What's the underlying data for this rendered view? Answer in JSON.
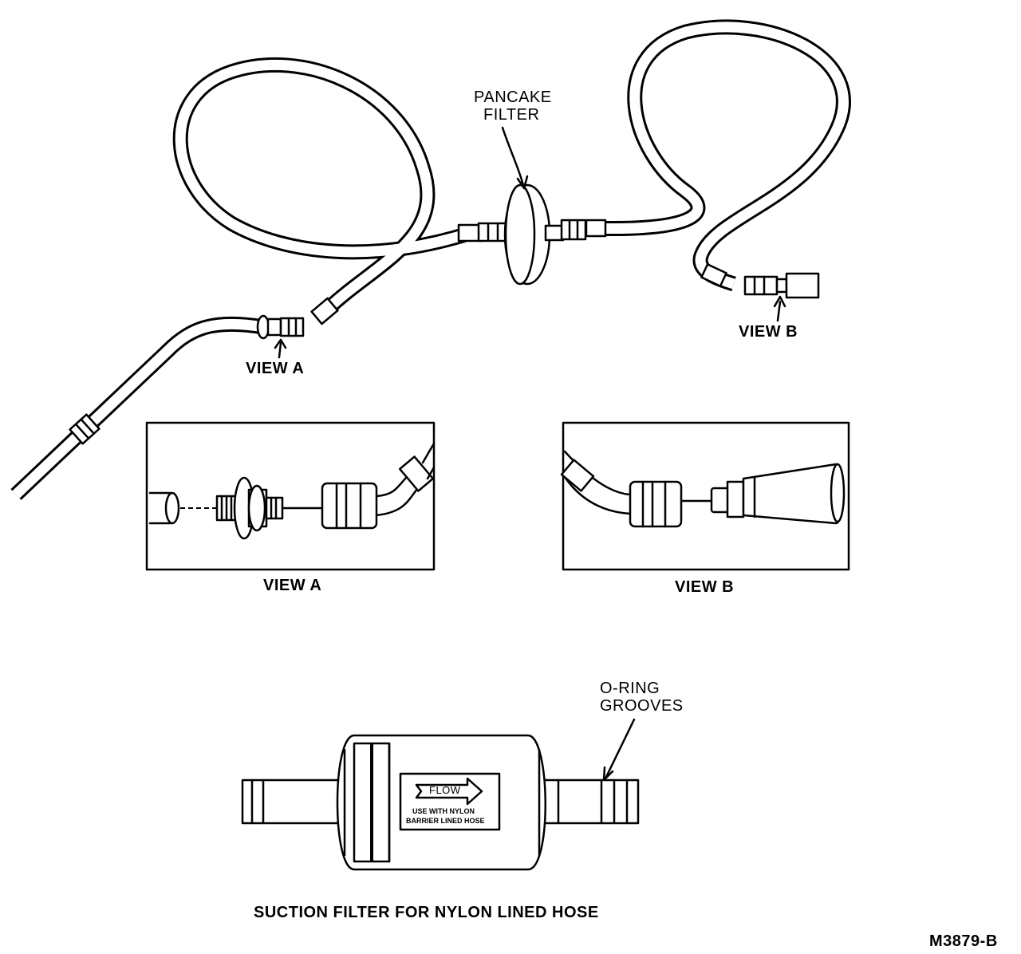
{
  "labels": {
    "pancake_filter_line1": "PANCAKE",
    "pancake_filter_line2": "FILTER",
    "view_a_top": "VIEW A",
    "view_b_top": "VIEW B",
    "view_a_caption": "VIEW A",
    "view_b_caption": "VIEW B",
    "oring_line1": "O-RING",
    "oring_line2": "GROOVES",
    "flow": "FLOW",
    "use_line1": "USE WITH NYLON",
    "use_line2": "BARRIER LINED HOSE",
    "suction_caption": "SUCTION FILTER FOR NYLON LINED HOSE",
    "figure_code": "M3879-B"
  }
}
